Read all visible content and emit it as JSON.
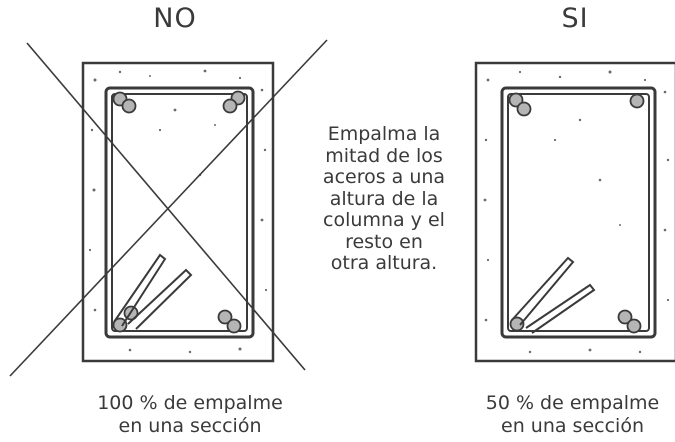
{
  "headings": {
    "no": "NO",
    "si": "SI"
  },
  "middle_text": [
    "Empalma la",
    "mitad de los",
    "aceros a una",
    "altura de la",
    "columna y el",
    "resto en",
    "otra altura."
  ],
  "captions": {
    "left": [
      "100 % de empalme",
      "en una sección"
    ],
    "right": [
      "50 % de empalme",
      "en una sección"
    ]
  },
  "colors": {
    "ink": "#3a3a3a",
    "bar_fill": "#b5b5b5",
    "concrete_speckle": "#6a6a6a"
  }
}
